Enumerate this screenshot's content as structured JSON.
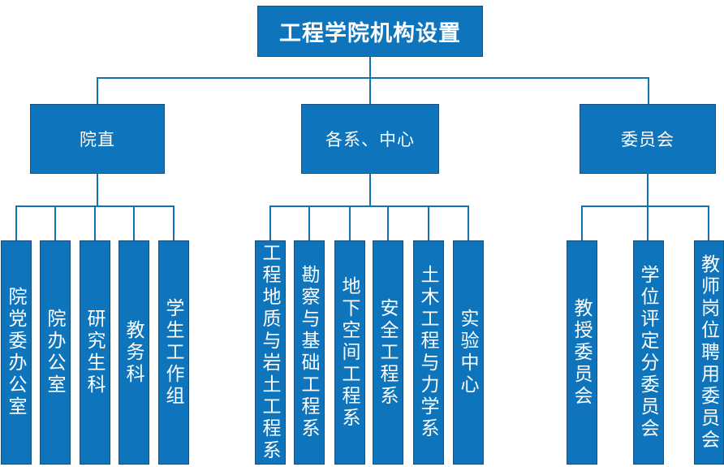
{
  "title": "工程学院机构设置",
  "colors": {
    "box_fill": "#0E74BB",
    "box_border": "#1A4E7E",
    "connector_line": "#1173AF",
    "text": "#FFFFFF",
    "background": "#FFFFFF"
  },
  "groups": [
    {
      "label": "院直",
      "children": [
        "院党委办公室",
        "院办公室",
        "研究生科",
        "教务科",
        "学生工作组"
      ]
    },
    {
      "label": "各系、中心",
      "children": [
        "工程地质与岩土工程系",
        "勘察与基础工程系",
        "地下空间工程系",
        "安全工程系",
        "土木工程与力学系",
        "实验中心"
      ]
    },
    {
      "label": "委员会",
      "children": [
        "教授委员会",
        "学位评定分委员会",
        "教师岗位聘用委员会"
      ]
    }
  ]
}
